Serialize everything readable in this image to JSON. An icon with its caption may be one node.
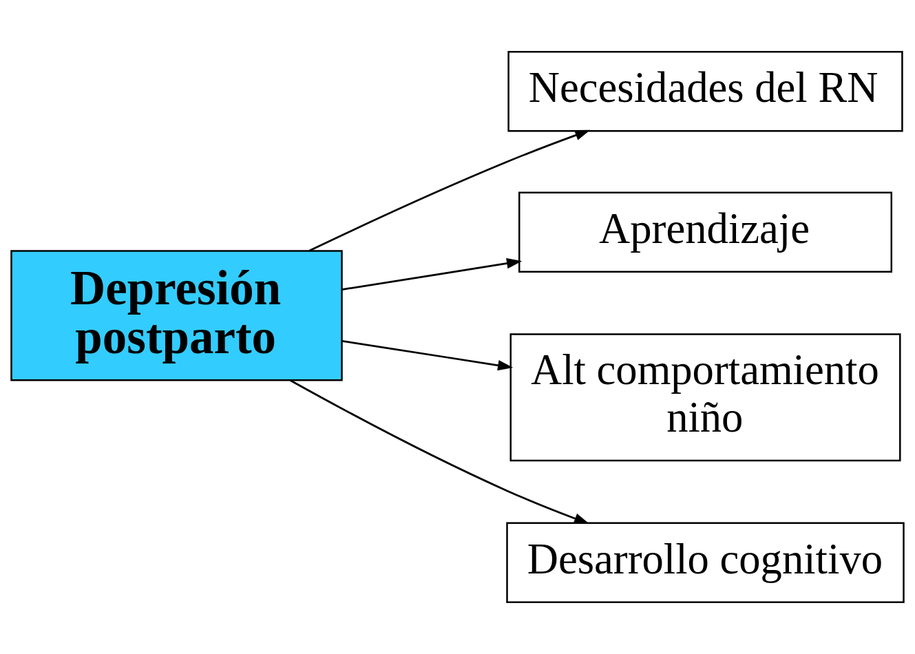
{
  "diagram": {
    "nodes": [
      {
        "text": [
          "Depresión postparto"
        ]
      },
      {
        "text": [
          "Necesidades del RN"
        ]
      },
      {
        "text": [
          "Aprendizaje"
        ]
      },
      {
        "text": [
          "Alt comportamiento niño"
        ]
      },
      {
        "text": [
          "Desarrollo cognitivo"
        ]
      }
    ],
    "edges": [
      {
        "from": 0,
        "to": 1,
        "arrow": "to"
      },
      {
        "from": 0,
        "to": 2,
        "arrow": "to"
      },
      {
        "from": 0,
        "to": 3,
        "arrow": "to"
      },
      {
        "from": 0,
        "to": 4,
        "arrow": "to"
      }
    ]
  }
}
